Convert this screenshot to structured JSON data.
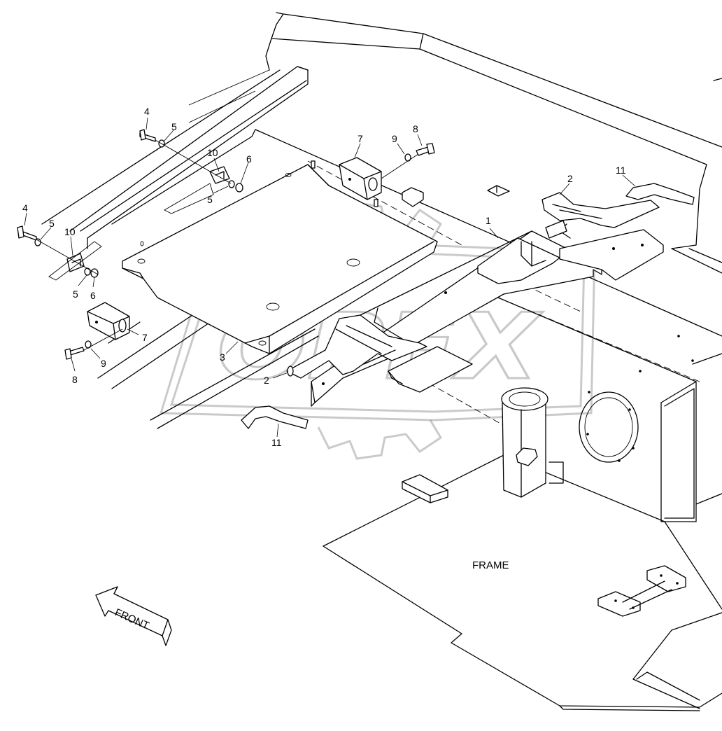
{
  "diagram": {
    "labels": {
      "frame": "FRAME",
      "front": "FRONT"
    },
    "watermark": "OPEX",
    "callouts": [
      {
        "id": "c4a",
        "text": "4"
      },
      {
        "id": "c5a",
        "text": "5"
      },
      {
        "id": "c10a",
        "text": "10"
      },
      {
        "id": "c6a",
        "text": "6"
      },
      {
        "id": "c5b",
        "text": "5"
      },
      {
        "id": "c4b",
        "text": "4"
      },
      {
        "id": "c5c",
        "text": "5"
      },
      {
        "id": "c10b",
        "text": "10"
      },
      {
        "id": "c5d",
        "text": "5"
      },
      {
        "id": "c6b",
        "text": "6"
      },
      {
        "id": "c7a",
        "text": "7"
      },
      {
        "id": "c9a",
        "text": "9"
      },
      {
        "id": "c8a",
        "text": "8"
      },
      {
        "id": "c7b",
        "text": "7"
      },
      {
        "id": "c9b",
        "text": "9"
      },
      {
        "id": "c8b",
        "text": "8"
      },
      {
        "id": "c3",
        "text": "3"
      },
      {
        "id": "c2a",
        "text": "2"
      },
      {
        "id": "c2b",
        "text": "2"
      },
      {
        "id": "c1",
        "text": "1"
      },
      {
        "id": "c11a",
        "text": "11"
      },
      {
        "id": "c11b",
        "text": "11"
      }
    ]
  }
}
